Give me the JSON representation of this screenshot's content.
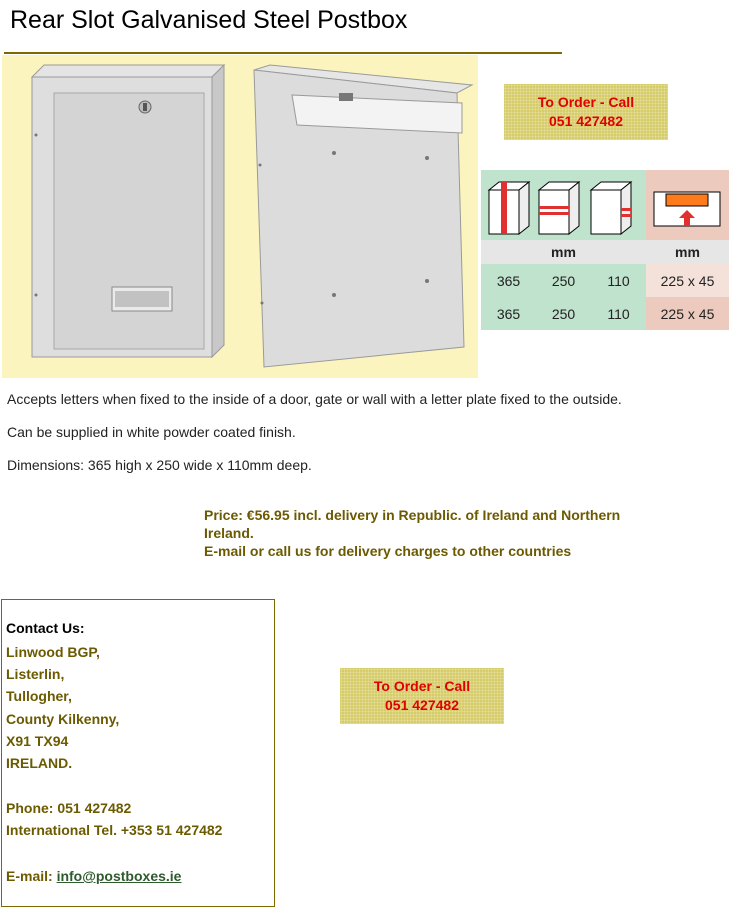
{
  "page": {
    "title": "Rear Slot Galvanised Steel Postbox"
  },
  "order_box": {
    "line1": "To Order - Call",
    "line2": "051 427482"
  },
  "dimensions_table": {
    "unit_box": "mm",
    "unit_slot": "mm",
    "rows": [
      {
        "height": "365",
        "width": "250",
        "depth": "110",
        "slot": "225 x 45"
      },
      {
        "height": "365",
        "width": "250",
        "depth": "110",
        "slot": "225 x 45"
      }
    ]
  },
  "description": {
    "line1": "Accepts letters when fixed to the inside of a door, gate or wall with a letter plate fixed to the outside.",
    "line2": "Can be supplied in white powder coated finish.",
    "line3": "Dimensions:  365 high x 250 wide  x 110mm deep."
  },
  "price": {
    "line1": "Price: €56.95 incl. delivery in Republic. of Ireland and Northern",
    "line2": "Ireland.",
    "line3": "E-mail or call us for delivery charges to other countries"
  },
  "contact": {
    "heading": "Contact Us:",
    "address": [
      "Linwood BGP,",
      "Listerlin,",
      "Tullogher,",
      "County Kilkenny,",
      "X91 TX94",
      "IRELAND."
    ],
    "phone": "Phone:  051  427482",
    "international": "International Tel. +353 51 427482",
    "email_label": "E-mail: ",
    "email": "info@postboxes.ie"
  },
  "colors": {
    "order_background": "#d6cc6a",
    "order_text": "#e00000",
    "text_olive": "#6b5a00",
    "photo_background": "#fbf4bf"
  }
}
